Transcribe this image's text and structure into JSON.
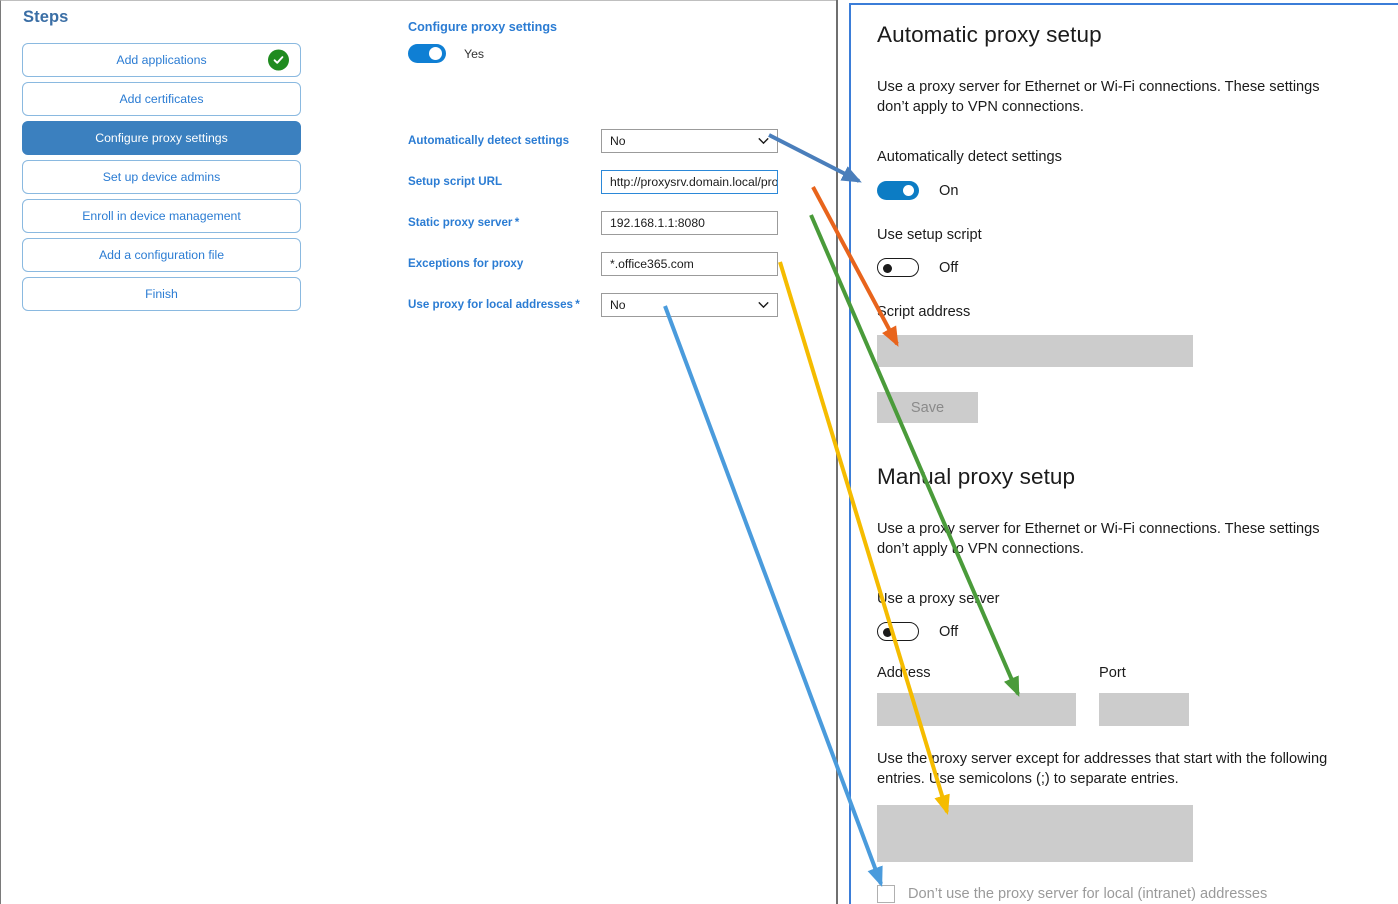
{
  "steps_panel": {
    "title": "Steps",
    "items": [
      {
        "label": "Add applications",
        "state": "completed",
        "icon": "check-circle-icon"
      },
      {
        "label": "Add certificates",
        "state": "default"
      },
      {
        "label": "Configure proxy settings",
        "state": "active"
      },
      {
        "label": "Set up device admins",
        "state": "default"
      },
      {
        "label": "Enroll in device management",
        "state": "default"
      },
      {
        "label": "Add a configuration file",
        "state": "default"
      },
      {
        "label": "Finish",
        "state": "default"
      }
    ]
  },
  "form": {
    "title": "Configure proxy settings",
    "master_toggle": {
      "value": "Yes",
      "on": true
    },
    "fields": [
      {
        "label": "Automatically detect settings",
        "required": false,
        "type": "select",
        "value": "No",
        "focused": false
      },
      {
        "label": "Setup script URL",
        "required": false,
        "type": "text",
        "value": "http://proxysrv.domain.local/proxy.pa",
        "focused": true
      },
      {
        "label": "Static proxy server",
        "required": true,
        "type": "text",
        "value": "192.168.1.1:8080",
        "focused": false
      },
      {
        "label": "Exceptions for proxy",
        "required": true,
        "type": "text",
        "value": "*.office365.com",
        "focused": false
      },
      {
        "label": "Use proxy for local addresses",
        "required": true,
        "type": "select",
        "value": "No",
        "focused": false
      }
    ]
  },
  "settings_panel": {
    "automatic": {
      "heading": "Automatic proxy setup",
      "description": "Use a proxy server for Ethernet or Wi-Fi connections. These settings don’t apply to VPN connections.",
      "auto_detect_label": "Automatically detect settings",
      "auto_detect_state": "On",
      "setup_script_label": "Use setup script",
      "setup_script_state": "Off",
      "script_address_label": "Script address",
      "script_address_value": "",
      "save_label": "Save"
    },
    "manual": {
      "heading": "Manual proxy setup",
      "description": "Use a proxy server for Ethernet or Wi-Fi connections. These settings don’t apply to VPN connections.",
      "use_proxy_label": "Use a proxy server",
      "use_proxy_state": "Off",
      "address_label": "Address",
      "address_value": "",
      "port_label": "Port",
      "port_value": "",
      "exceptions_description": "Use the proxy server except for addresses that start with the following entries. Use semicolons (;) to separate entries.",
      "exceptions_value": "",
      "bypass_local_label": "Don’t use the proxy server for local (intranet) addresses",
      "bypass_local_checked": false
    }
  },
  "annotations": {
    "arrows": [
      {
        "name": "arrow-auto-detect",
        "color": "#4a7ebb",
        "from": "Automatically detect settings dropdown",
        "to": "Automatically detect settings toggle"
      },
      {
        "name": "arrow-setup-script-url",
        "color": "#e8641c",
        "from": "Setup script URL field",
        "to": "Script address box"
      },
      {
        "name": "arrow-static-proxy-server",
        "color": "#4a9b3a",
        "from": "Static proxy server field",
        "to": "Address box"
      },
      {
        "name": "arrow-exceptions-for-proxy",
        "color": "#f5bc00",
        "from": "Exceptions for proxy field",
        "to": "Exceptions box"
      },
      {
        "name": "arrow-use-proxy-local",
        "color": "#4a9bdc",
        "from": "Use proxy for local addresses dropdown",
        "to": "Don’t use the proxy server for local (intranet) addresses checkbox"
      }
    ]
  },
  "colors": {
    "accent_blue": "#2b7cd3",
    "active_step": "#3b80bf",
    "complete_green": "#1f8b1f",
    "toggle_on": "#0c7cc4",
    "disabled_gray": "#cccccc"
  }
}
